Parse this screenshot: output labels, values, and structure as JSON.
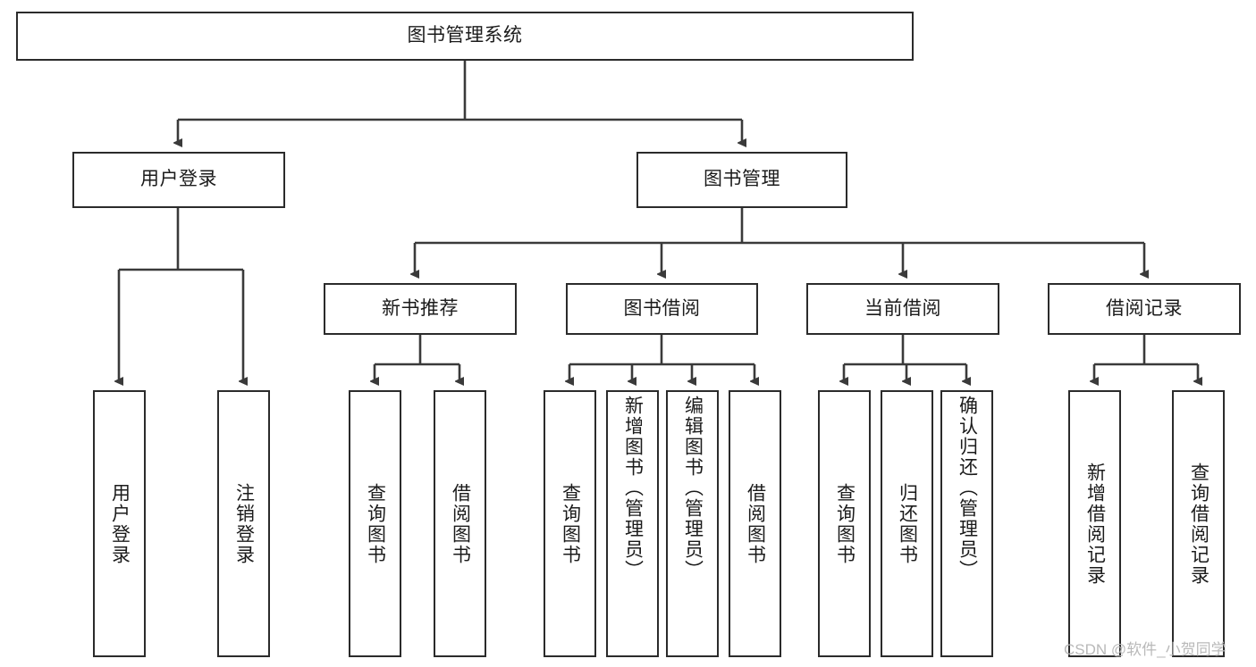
{
  "diagram": {
    "type": "tree-hierarchy",
    "title": "图书管理系统",
    "watermark": "CSDN @软件_小贺同学",
    "colors": {
      "box_border": "#2b2b2b",
      "box_fill": "#ffffff",
      "connector": "#3a3a3a",
      "text": "#1b1b1b",
      "watermark": "#b9b9b9",
      "background": "#ffffff"
    },
    "levels": {
      "root": "图书管理系统",
      "level2": [
        "用户登录",
        "图书管理"
      ],
      "level3": [
        "新书推荐",
        "图书借阅",
        "当前借阅",
        "借阅记录"
      ],
      "leaves": [
        "用户登录",
        "注销登录",
        "查询图书",
        "借阅图书",
        "查询图书",
        "新增图书（管理员）",
        "编辑图书（管理员）",
        "借阅图书",
        "查询图书",
        "归还图书",
        "确认归还（管理员）",
        "新增借阅记录",
        "查询借阅记录"
      ]
    },
    "nodes": {
      "root": {
        "label": "图书管理系统"
      },
      "user_login": {
        "label": "用户登录"
      },
      "book_manage": {
        "label": "图书管理"
      },
      "new_book_rec": {
        "label": "新书推荐"
      },
      "book_borrow": {
        "label": "图书借阅"
      },
      "current_borrow": {
        "label": "当前借阅"
      },
      "borrow_record": {
        "label": "借阅记录"
      },
      "leaf_user_login": {
        "label": "用户登录"
      },
      "leaf_logout": {
        "label": "注销登录"
      },
      "leaf_query_book_1": {
        "label": "查询图书"
      },
      "leaf_borrow_book_1": {
        "label": "借阅图书"
      },
      "leaf_query_book_2": {
        "label": "查询图书"
      },
      "leaf_add_book": {
        "label": "新增图书（管理员）"
      },
      "leaf_edit_book": {
        "label": "编辑图书（管理员）"
      },
      "leaf_borrow_book_2": {
        "label": "借阅图书"
      },
      "leaf_query_book_3": {
        "label": "查询图书"
      },
      "leaf_return_book": {
        "label": "归还图书"
      },
      "leaf_confirm_return": {
        "label": "确认归还（管理员）"
      },
      "leaf_add_record": {
        "label": "新增借阅记录"
      },
      "leaf_query_record": {
        "label": "查询借阅记录"
      }
    },
    "edges": [
      {
        "from": "root",
        "to": "user_login"
      },
      {
        "from": "root",
        "to": "book_manage"
      },
      {
        "from": "user_login",
        "to": "leaf_user_login"
      },
      {
        "from": "user_login",
        "to": "leaf_logout"
      },
      {
        "from": "book_manage",
        "to": "new_book_rec"
      },
      {
        "from": "book_manage",
        "to": "book_borrow"
      },
      {
        "from": "book_manage",
        "to": "current_borrow"
      },
      {
        "from": "book_manage",
        "to": "borrow_record"
      },
      {
        "from": "new_book_rec",
        "to": "leaf_query_book_1"
      },
      {
        "from": "new_book_rec",
        "to": "leaf_borrow_book_1"
      },
      {
        "from": "book_borrow",
        "to": "leaf_query_book_2"
      },
      {
        "from": "book_borrow",
        "to": "leaf_add_book"
      },
      {
        "from": "book_borrow",
        "to": "leaf_edit_book"
      },
      {
        "from": "book_borrow",
        "to": "leaf_borrow_book_2"
      },
      {
        "from": "current_borrow",
        "to": "leaf_query_book_3"
      },
      {
        "from": "current_borrow",
        "to": "leaf_return_book"
      },
      {
        "from": "current_borrow",
        "to": "leaf_confirm_return"
      },
      {
        "from": "borrow_record",
        "to": "leaf_add_record"
      },
      {
        "from": "borrow_record",
        "to": "leaf_query_record"
      }
    ]
  }
}
